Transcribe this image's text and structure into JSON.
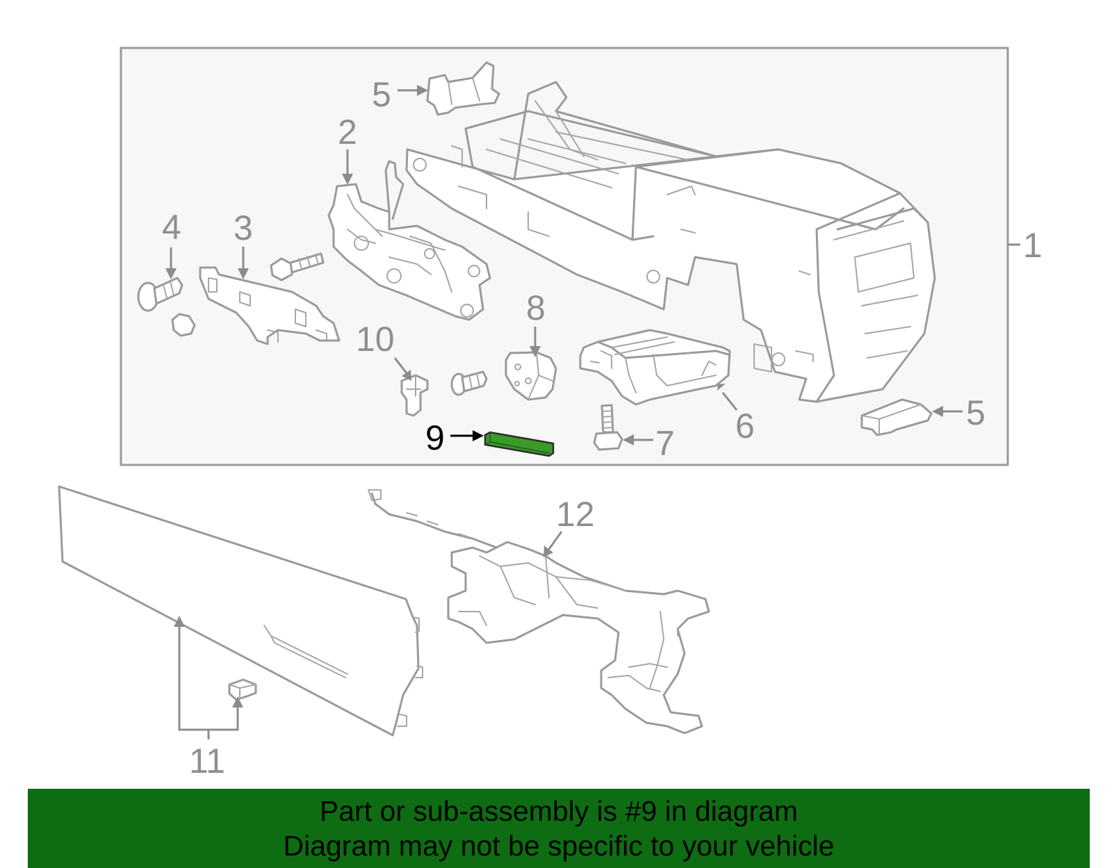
{
  "callouts": {
    "c1": "1",
    "c2": "2",
    "c3": "3",
    "c4": "4",
    "c5_top": "5",
    "c5_right": "5",
    "c6": "6",
    "c7": "7",
    "c8": "8",
    "c9": "9",
    "c10": "10",
    "c11": "11",
    "c12": "12"
  },
  "highlight": {
    "part_number": "9",
    "color": "#3a9a2a"
  },
  "colors": {
    "line_art": "#9a9a9a",
    "box_background": "#f7f7f7",
    "banner_background": "#0e6d12",
    "banner_text": "#000000"
  },
  "banner": {
    "line1": "Part or sub-assembly is #9 in diagram",
    "line2": "Diagram may not be specific to your vehicle"
  }
}
